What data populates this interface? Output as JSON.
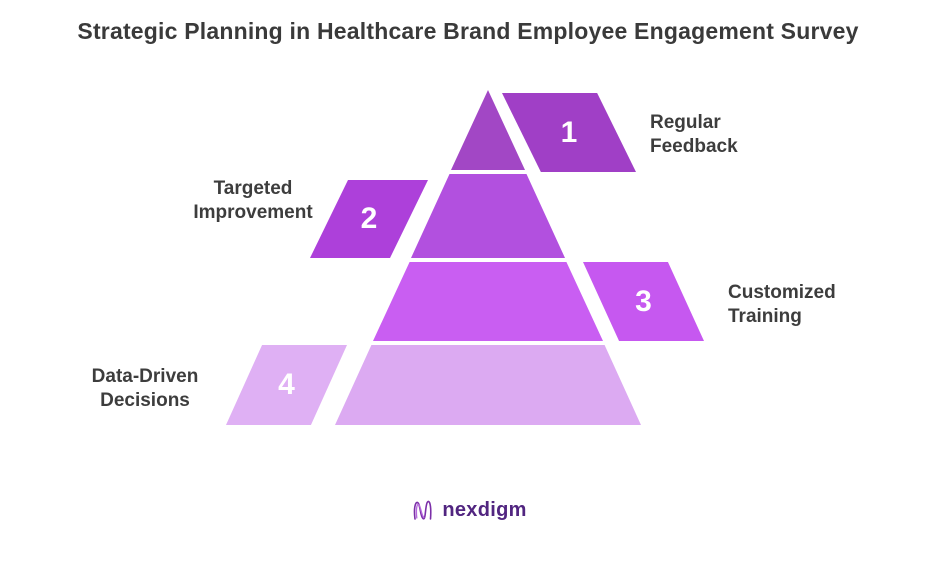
{
  "title": "Strategic Planning in Healthcare Brand Employee Engagement Survey",
  "pyramid": {
    "levels": [
      {
        "number": "1",
        "label": "Regular Feedback",
        "label_lines": [
          "Regular",
          "Feedback"
        ],
        "side": "right",
        "color": "#a247c5",
        "tab_color": "#a03fc6"
      },
      {
        "number": "2",
        "label": "Targeted Improvement",
        "label_lines": [
          "Targeted",
          "Improvement"
        ],
        "side": "left",
        "color": "#b250df",
        "tab_color": "#ad40da"
      },
      {
        "number": "3",
        "label": "Customized Training",
        "label_lines": [
          "Customized",
          "Training"
        ],
        "side": "right",
        "color": "#c95ef2",
        "tab_color": "#c658f0"
      },
      {
        "number": "4",
        "label": "Data-Driven Decisions",
        "label_lines": [
          "Data-Driven",
          "Decisions"
        ],
        "side": "left",
        "color": "#dcaaf2",
        "tab_color": "#dfb0f4"
      }
    ]
  },
  "footer": {
    "brand": "nexdigm",
    "brand_color": "#512580",
    "icon": "nexdigm-n-wave-icon",
    "icon_color_dark": "#7b2fa8",
    "icon_color_light": "#b668dd"
  },
  "text_color": "#3a3a3a",
  "number_color": "#ffffff"
}
